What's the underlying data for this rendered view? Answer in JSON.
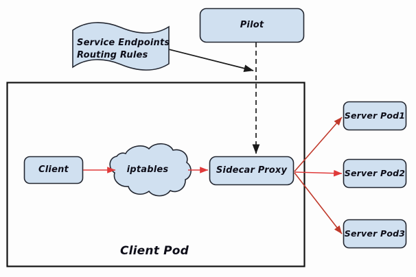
{
  "diagram": {
    "title_label": "Client Pod",
    "background_color": "#fdfdfd",
    "node_fill_color": "#d0e0f0",
    "node_stroke_color": "#222630",
    "data_flow_arrow_color": "#e03a3a",
    "control_flow_arrow_color": "#1a1a1a",
    "nodes": {
      "service_endpoints": {
        "label": "Service Endpoints\nRouting Rules",
        "shape": "wavy-banner"
      },
      "pilot": {
        "label": "Pilot",
        "shape": "rounded-rect"
      },
      "client": {
        "label": "Client",
        "shape": "rounded-rect"
      },
      "iptables": {
        "label": "iptables",
        "shape": "cloud"
      },
      "sidecar_proxy": {
        "label": "Sidecar Proxy",
        "shape": "rounded-rect"
      },
      "server_pod_1": {
        "label": "Server Pod1",
        "shape": "rounded-rect"
      },
      "server_pod_2": {
        "label": "Server Pod2",
        "shape": "rounded-rect"
      },
      "server_pod_3": {
        "label": "Server Pod3",
        "shape": "rounded-rect"
      },
      "client_pod_boundary": {
        "label": "Client Pod",
        "shape": "rect"
      }
    },
    "edges": [
      {
        "from": "client",
        "to": "iptables",
        "style": "solid",
        "color": "#e03a3a"
      },
      {
        "from": "iptables",
        "to": "sidecar_proxy",
        "style": "solid",
        "color": "#e03a3a"
      },
      {
        "from": "sidecar_proxy",
        "to": "server_pod_1",
        "style": "solid",
        "color": "#c0392b"
      },
      {
        "from": "sidecar_proxy",
        "to": "server_pod_2",
        "style": "solid",
        "color": "#e03a3a"
      },
      {
        "from": "sidecar_proxy",
        "to": "server_pod_3",
        "style": "solid",
        "color": "#c0392b"
      },
      {
        "from": "pilot",
        "to": "sidecar_proxy",
        "style": "dashed",
        "color": "#1a1a1a"
      },
      {
        "from": "service_endpoints",
        "to": "pilot_channel",
        "style": "solid",
        "color": "#1a1a1a"
      }
    ]
  }
}
